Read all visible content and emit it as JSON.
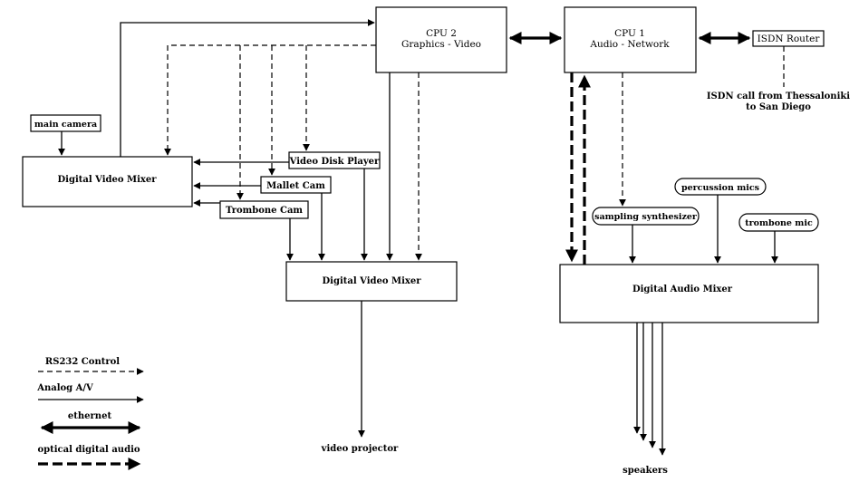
{
  "boxes": {
    "cpu2": {
      "line1": "CPU 2",
      "line2": "Graphics - Video"
    },
    "cpu1": {
      "line1": "CPU 1",
      "line2": "Audio - Network"
    },
    "isdn_router": "ISDN Router",
    "main_camera": "main camera",
    "video_mixer_left": "Digital Video Mixer",
    "video_disk_player": "Video Disk Player",
    "mallet_cam": "Mallet Cam",
    "trombone_cam": "Trombone Cam",
    "video_mixer_center": "Digital Video Mixer",
    "sampling_synthesizer": "sampling synthesizer",
    "percussion_mics": "percussion mics",
    "trombone_mic": "trombone mic",
    "audio_mixer": "Digital Audio Mixer"
  },
  "labels": {
    "isdn_call_line1": "ISDN call from Thessaloniki",
    "isdn_call_line2": "to San Diego",
    "video_projector": "video projector",
    "speakers": "speakers"
  },
  "legend": {
    "rs232": "RS232  Control",
    "analog": "Analog A/V",
    "ethernet": "ethernet",
    "optical": "optical digital audio"
  }
}
